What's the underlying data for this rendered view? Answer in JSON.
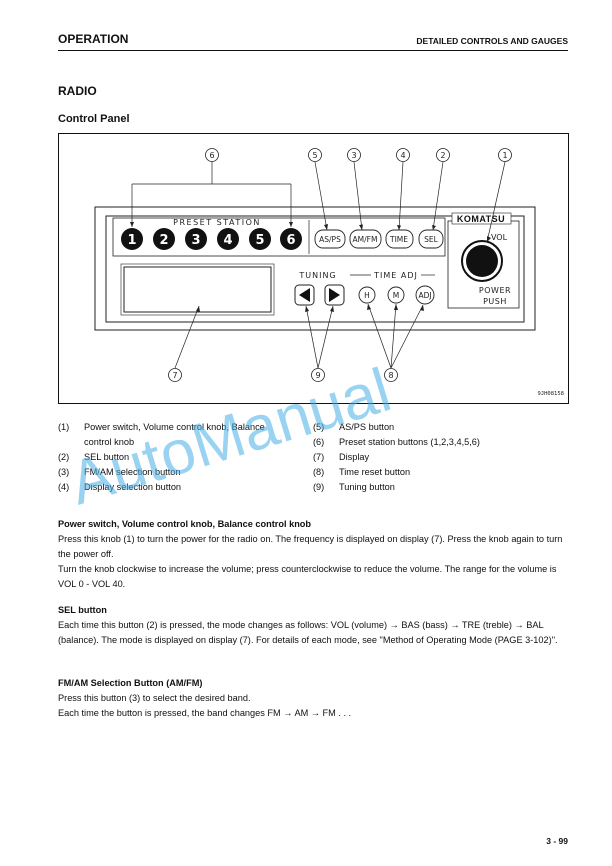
{
  "header": {
    "left": "OPERATION",
    "right": "DETAILED CONTROLS AND GAUGES"
  },
  "section_title": "RADIO",
  "subsection_title": "Control Panel",
  "figure": {
    "code": "9JH08158",
    "preset_label": "PRESET STATION",
    "preset_buttons": [
      "1",
      "2",
      "3",
      "4",
      "5",
      "6"
    ],
    "buttons": {
      "as_ps": "AS/PS",
      "am_fm": "AM/FM",
      "time": "TIME",
      "sel": "SEL"
    },
    "brand": "KOMATSU",
    "vol": "VOL",
    "power": "POWER",
    "push": "PUSH",
    "tuning": "TUNING",
    "time_adj": "TIME ADJ",
    "adj_buttons": {
      "h": "H",
      "m": "M",
      "adj": "ADJ"
    },
    "callouts": {
      "c1": "1",
      "c2": "2",
      "c3": "3",
      "c4": "4",
      "c5": "5",
      "c6": "6",
      "c7": "7",
      "c8": "8",
      "c9": "9"
    }
  },
  "parts_left": [
    {
      "num": "(1)",
      "text": "Power switch, Volume control knob, Balance",
      "cont": "control knob"
    },
    {
      "num": "(2)",
      "text": "SEL button"
    },
    {
      "num": "(3)",
      "text": "FM/AM selection button"
    },
    {
      "num": "(4)",
      "text": "Display selection button"
    }
  ],
  "parts_right": [
    {
      "num": "(5)",
      "text": "AS/PS button"
    },
    {
      "num": "(6)",
      "text": "Preset station buttons (1,2,3,4,5,6)"
    },
    {
      "num": "(7)",
      "text": "Display"
    },
    {
      "num": "(8)",
      "text": "Time reset button"
    },
    {
      "num": "(9)",
      "text": "Tuning button"
    }
  ],
  "sections": [
    {
      "heading": "Power switch, Volume control knob, Balance control knob",
      "paragraphs": [
        "Press this knob (1) to turn the power for the radio on.  The frequency is displayed on display (7).  Press the knob again to turn the power off.",
        "Turn the knob clockwise to increase the volume; press counterclockwise to reduce the volume.  The range for the volume is VOL 0 - VOL 40."
      ]
    },
    {
      "heading": "SEL button",
      "paragraphs": [
        "Each time this button (2) is pressed, the mode changes as follows: VOL (volume) → BAS (bass) → TRE (treble) → BAL (balance).  The mode is displayed on display (7).  For details of each mode, see \"Method of Operating Mode (PAGE 3-102)\"."
      ]
    },
    {
      "heading": "FM/AM Selection Button (AM/FM)",
      "paragraphs": [
        "Press this button (3) to select the desired band.",
        "Each time the button is pressed, the band changes FM → AM → FM . . ."
      ]
    }
  ],
  "watermark": "AutoManual",
  "page_number": "3 - 99"
}
